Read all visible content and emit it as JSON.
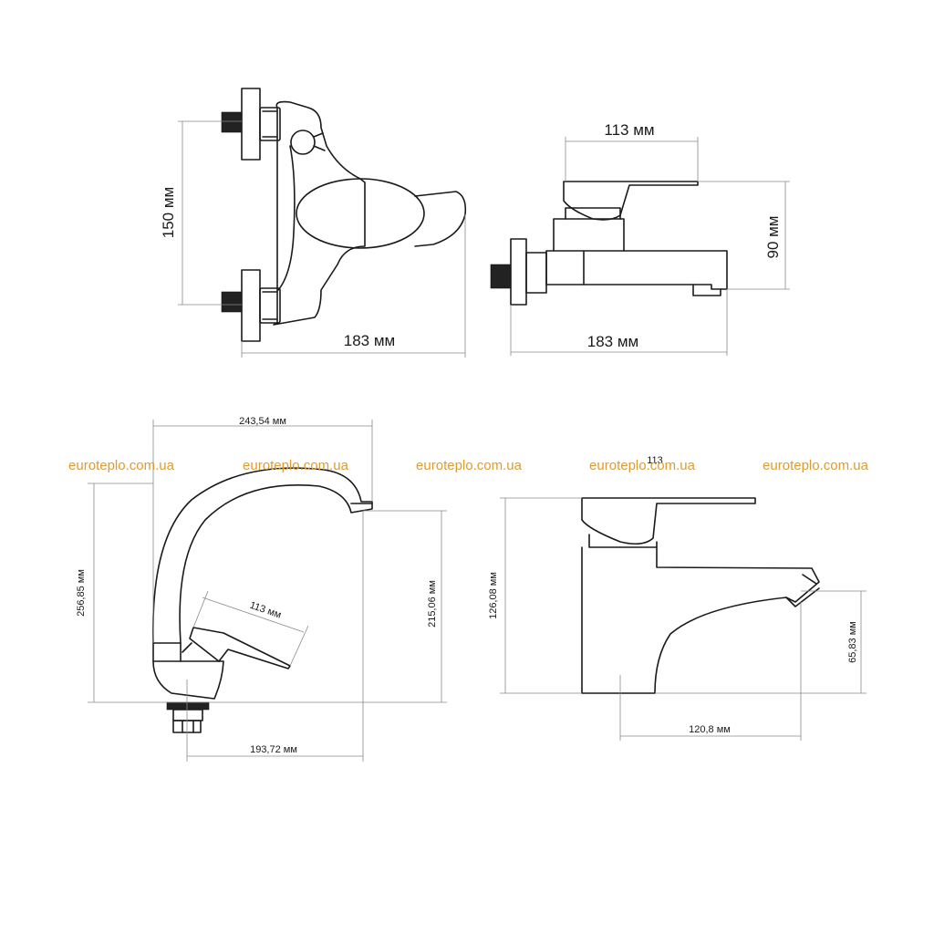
{
  "wall_mixer": {
    "front": {
      "height_label": "150 мм",
      "width_label": "183 мм"
    },
    "side": {
      "handle_length_label": "113 мм",
      "height_label": "90 мм",
      "depth_label": "183 мм"
    }
  },
  "basin_mixer_tall": {
    "top_width_label": "243,54 мм",
    "total_height_label": "256,85 мм",
    "spout_height_label": "215,06 мм",
    "handle_length_label": "113 мм",
    "spout_reach_label": "193,72 мм"
  },
  "basin_mixer_short": {
    "height_label": "126,08 мм",
    "spout_height_label": "65,83 мм",
    "reach_label": "120,8 мм",
    "obscured_label": "113"
  },
  "watermark": {
    "text": "euroteplo.com.ua",
    "repeat": 5,
    "color": "#e39a2e"
  }
}
